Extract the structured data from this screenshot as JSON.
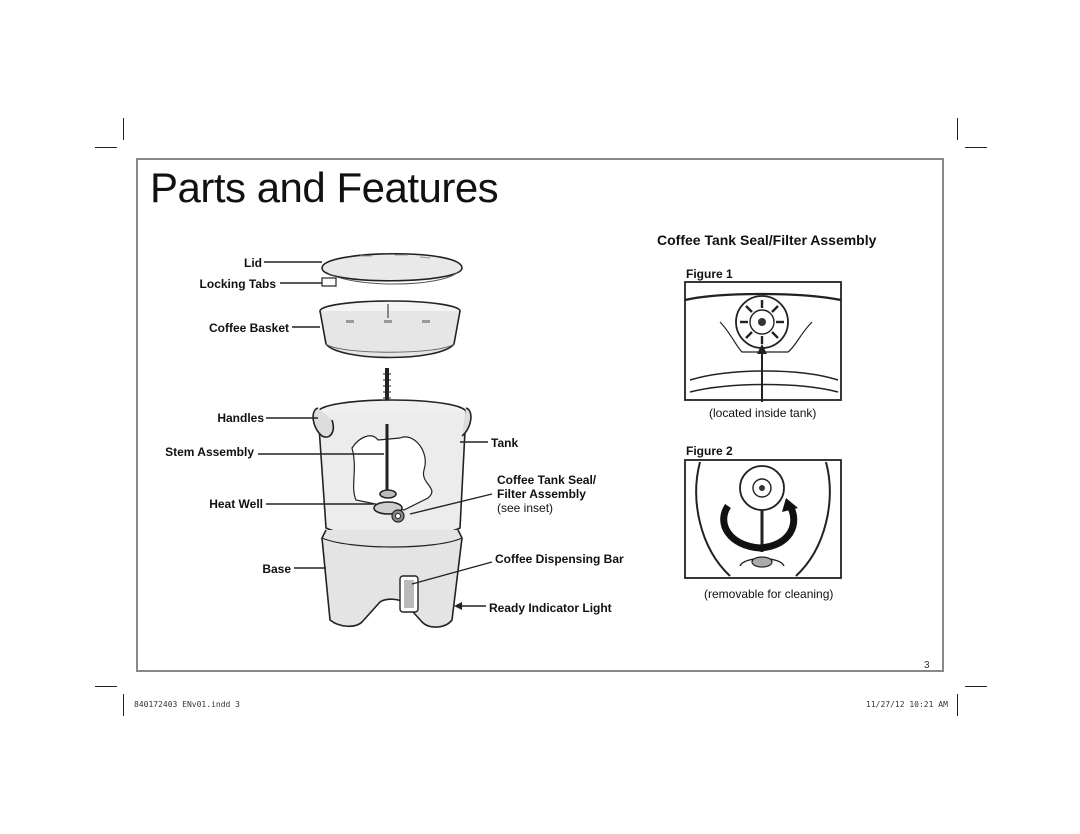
{
  "page": {
    "title": "Parts and Features",
    "page_number": "3",
    "footer_left": "840172403 ENv01.indd   3",
    "footer_right": "11/27/12   10:21 AM"
  },
  "diagram_labels": {
    "lid": "Lid",
    "locking_tabs": "Locking Tabs",
    "coffee_basket": "Coffee Basket",
    "handles": "Handles",
    "stem_assembly": "Stem Assembly",
    "heat_well": "Heat Well",
    "base": "Base",
    "tank": "Tank",
    "seal_line1": "Coffee Tank Seal/",
    "seal_line2": "Filter Assembly",
    "see_inset": "see inset",
    "dispensing_bar": "Coffee Dispensing Bar",
    "ready_light": "Ready Indicator Light"
  },
  "inset": {
    "heading": "Coffee Tank Seal/Filter Assembly",
    "figure1_label": "Figure 1",
    "figure1_caption": "(located inside tank)",
    "figure2_label": "Figure 2",
    "figure2_caption": "(removable for cleaning)"
  }
}
